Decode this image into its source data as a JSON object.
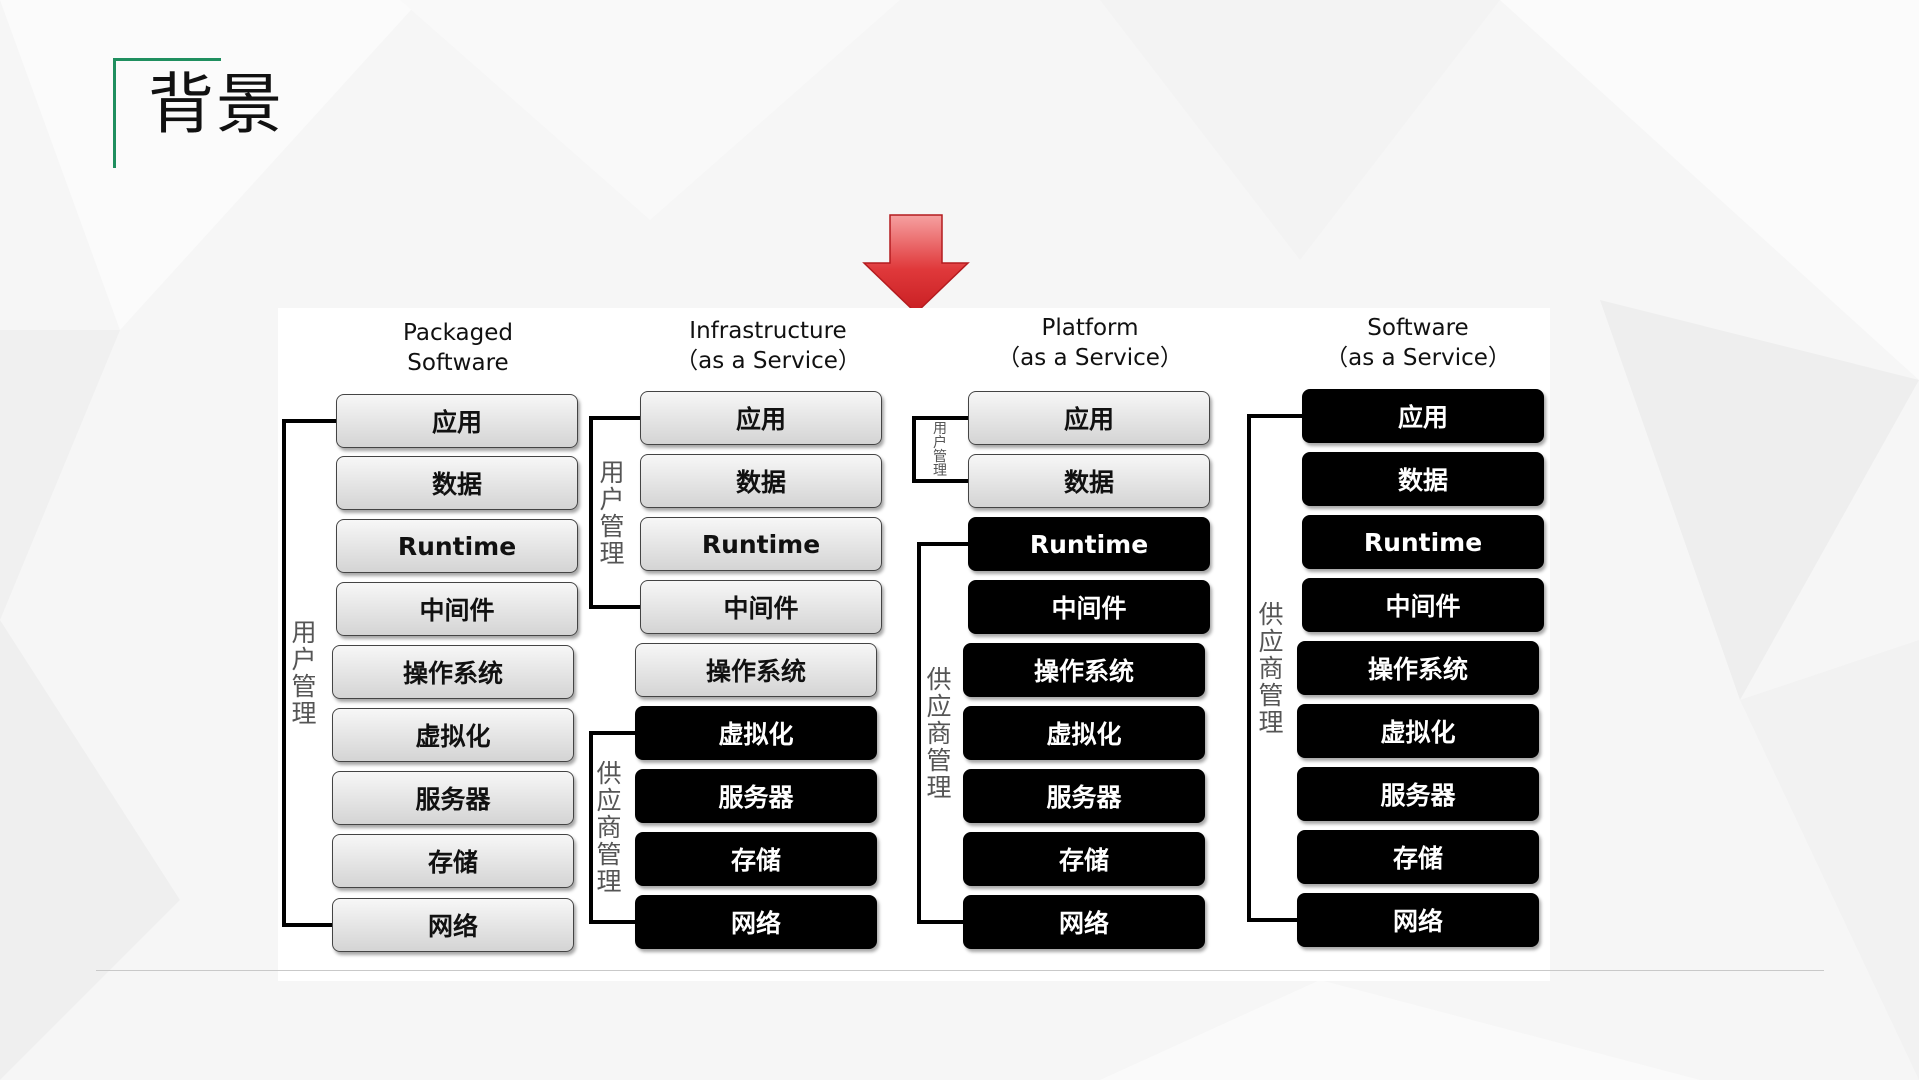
{
  "page": {
    "title": "背景"
  },
  "columns": [
    {
      "id": "packaged",
      "header": [
        "Packaged",
        "Software"
      ],
      "layers": [
        {
          "label": "应用",
          "managed_by": "user"
        },
        {
          "label": "数据",
          "managed_by": "user"
        },
        {
          "label": "Runtime",
          "managed_by": "user"
        },
        {
          "label": "中间件",
          "managed_by": "user"
        },
        {
          "label": "操作系统",
          "managed_by": "user"
        },
        {
          "label": "虚拟化",
          "managed_by": "user"
        },
        {
          "label": "服务器",
          "managed_by": "user"
        },
        {
          "label": "存储",
          "managed_by": "user"
        },
        {
          "label": "网络",
          "managed_by": "user"
        }
      ],
      "groups": [
        {
          "label": "用户管理",
          "from": 0,
          "to": 8
        }
      ]
    },
    {
      "id": "iaas",
      "header": [
        "Infrastructure",
        "（as a Service）"
      ],
      "layers": [
        {
          "label": "应用",
          "managed_by": "user"
        },
        {
          "label": "数据",
          "managed_by": "user"
        },
        {
          "label": "Runtime",
          "managed_by": "user"
        },
        {
          "label": "中间件",
          "managed_by": "user"
        },
        {
          "label": "操作系统",
          "managed_by": "user"
        },
        {
          "label": "虚拟化",
          "managed_by": "vendor"
        },
        {
          "label": "服务器",
          "managed_by": "vendor"
        },
        {
          "label": "存储",
          "managed_by": "vendor"
        },
        {
          "label": "网络",
          "managed_by": "vendor"
        }
      ],
      "groups": [
        {
          "label": "用户管理",
          "from": 0,
          "to": 3
        },
        {
          "label": "供应商管理",
          "from": 5,
          "to": 8
        }
      ]
    },
    {
      "id": "paas",
      "header": [
        "Platform",
        "（as a Service）"
      ],
      "layers": [
        {
          "label": "应用",
          "managed_by": "user"
        },
        {
          "label": "数据",
          "managed_by": "user"
        },
        {
          "label": "Runtime",
          "managed_by": "vendor"
        },
        {
          "label": "中间件",
          "managed_by": "vendor"
        },
        {
          "label": "操作系统",
          "managed_by": "vendor"
        },
        {
          "label": "虚拟化",
          "managed_by": "vendor"
        },
        {
          "label": "服务器",
          "managed_by": "vendor"
        },
        {
          "label": "存储",
          "managed_by": "vendor"
        },
        {
          "label": "网络",
          "managed_by": "vendor"
        }
      ],
      "groups": [
        {
          "label": "用户管理",
          "from": 0,
          "to": 1
        },
        {
          "label": "供应商管理",
          "from": 2,
          "to": 8
        }
      ]
    },
    {
      "id": "saas",
      "header": [
        "Software",
        "（as a Service）"
      ],
      "layers": [
        {
          "label": "应用",
          "managed_by": "vendor"
        },
        {
          "label": "数据",
          "managed_by": "vendor"
        },
        {
          "label": "Runtime",
          "managed_by": "vendor"
        },
        {
          "label": "中间件",
          "managed_by": "vendor"
        },
        {
          "label": "操作系统",
          "managed_by": "vendor"
        },
        {
          "label": "虚拟化",
          "managed_by": "vendor"
        },
        {
          "label": "服务器",
          "managed_by": "vendor"
        },
        {
          "label": "存储",
          "managed_by": "vendor"
        },
        {
          "label": "网络",
          "managed_by": "vendor"
        }
      ],
      "groups": [
        {
          "label": "供应商管理",
          "from": 0,
          "to": 8
        }
      ]
    }
  ],
  "colors": {
    "accent_green": "#1f8f5f",
    "arrow_red": "#d8262a",
    "user_layer": "#e4e4e4",
    "vendor_layer": "#000000"
  },
  "icons": {
    "arrow": "red-down-arrow-icon"
  }
}
